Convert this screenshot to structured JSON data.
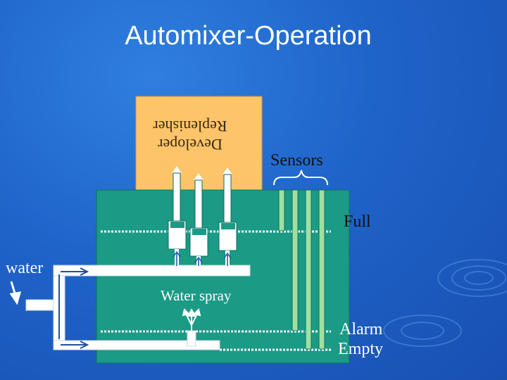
{
  "slide": {
    "title": "Automixer-Operation"
  },
  "diagram": {
    "tank_label_line1": "Developer",
    "tank_label_line2": "Replenisher",
    "sensors_label": "Sensors",
    "full_label": "Full",
    "water_label": "water",
    "water_spray_label": "Water spray",
    "alarm_label": "Alarm",
    "empty_label": "Empty"
  },
  "colors": {
    "background": "#1f63c9",
    "tank": "#fdc46a",
    "mixer": "#1b9a86",
    "sensor": "#9fe09f",
    "pipe": "#ffffff"
  }
}
